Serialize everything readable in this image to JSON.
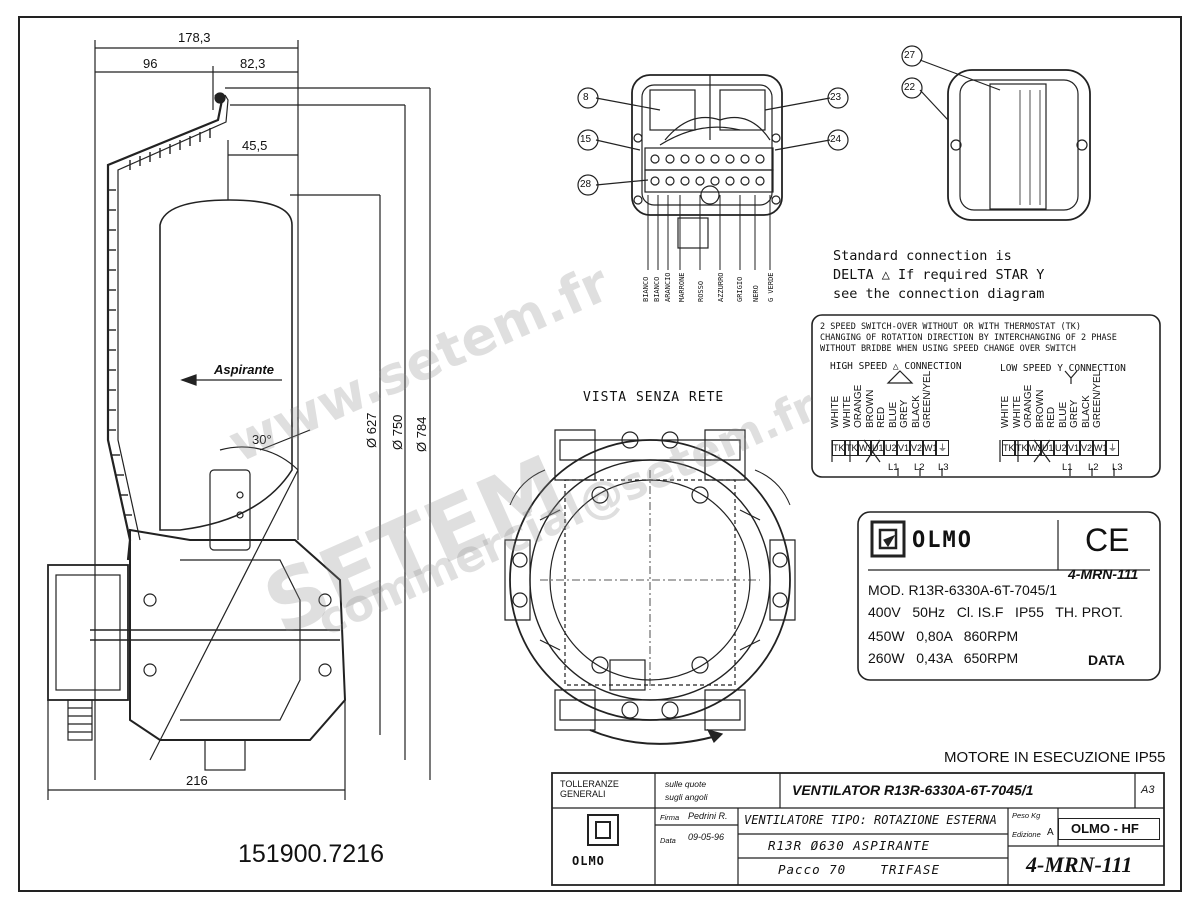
{
  "dimensions": {
    "total_width": "178,3",
    "left_part": "96",
    "right_part": "82,3",
    "inner": "45,5",
    "angle": "30°",
    "bottom_width": "216",
    "d1": "Ø 627",
    "d2": "Ø 750",
    "d3": "Ø 784"
  },
  "flow_label": "Aspirante",
  "drawing_number": "151900.7216",
  "callouts": {
    "c8": "8",
    "c15": "15",
    "c28": "28",
    "c23": "23",
    "c24": "24",
    "c27": "27",
    "c22": "22"
  },
  "wire_colors": [
    "BIANCO",
    "BIANCO",
    "ARANCIO",
    "MARRONE",
    "ROSSO",
    "AZZURRO",
    "GRIGIO",
    "NERO",
    "G VERDE"
  ],
  "connection_note": {
    "line1": "Standard connection is",
    "line2": "DELTA △ If required STAR Y",
    "line3": "see the connection diagram"
  },
  "view_label": "VISTA SENZA RETE",
  "wiring_box": {
    "header1": "2 SPEED SWITCH-OVER WITHOUT OR WITH THERMOSTAT (TK)",
    "header2": "CHANGING OF ROTATION DIRECTION BY INTERCHANGING OF 2 PHASE",
    "header3": "WITHOUT BRIDBE WHEN USING SPEED CHANGE OVER SWITCH",
    "high": "HIGH SPEED △ CONNECTION",
    "low": "LOW SPEED Y CONNECTION",
    "colors": [
      "WHITE",
      "WHITE",
      "ORANGE",
      "BROWN",
      "RED",
      "BLUE",
      "GREY",
      "BLACK",
      "GREEN/YEL"
    ],
    "terminals": [
      "TK",
      "TK",
      "W2",
      "U1",
      "U2",
      "V1",
      "V2",
      "W1",
      "⏚"
    ],
    "lines": [
      "L1",
      "L2",
      "L3"
    ]
  },
  "nameplate": {
    "brand": "OLMO",
    "ce": "CE",
    "code": "4-MRN-111",
    "model": "MOD. R13R-6330A-6T-7045/1",
    "spec": "400V   50Hz   Cl. IS.F   IP55   TH. PROT.",
    "row1": "450W   0,80A   860RPM",
    "row2": "260W   0,43A   650RPM",
    "data": "DATA"
  },
  "motor_note": "MOTORE IN ESECUZIONE IP55",
  "title_block": {
    "tolerances": "TOLLERANZE GENERALI",
    "on_dims": "sulle quote",
    "on_angles": "sugli angoli",
    "ventilator": "VENTILATOR  R13R-6330A-6T-7045/1",
    "sheet": "A3",
    "firma_label": "Firma",
    "firma": "Pedrini R.",
    "data_label": "Data",
    "date": "09-05-96",
    "line1": "VENTILATORE TIPO: ROTAZIONE ESTERNA",
    "line2": "R13R  Ø630  ASPIRANTE",
    "line3": "Pacco 70    TRIFASE",
    "peso": "Peso Kg",
    "edizione": "Edizione",
    "edizione_val": "A",
    "olmo_hf": "OLMO - HF",
    "code": "4-MRN-111",
    "logo": "OLMO"
  },
  "watermarks": [
    "www.setem.fr",
    "SETEM",
    "commercial@setem.fr"
  ]
}
